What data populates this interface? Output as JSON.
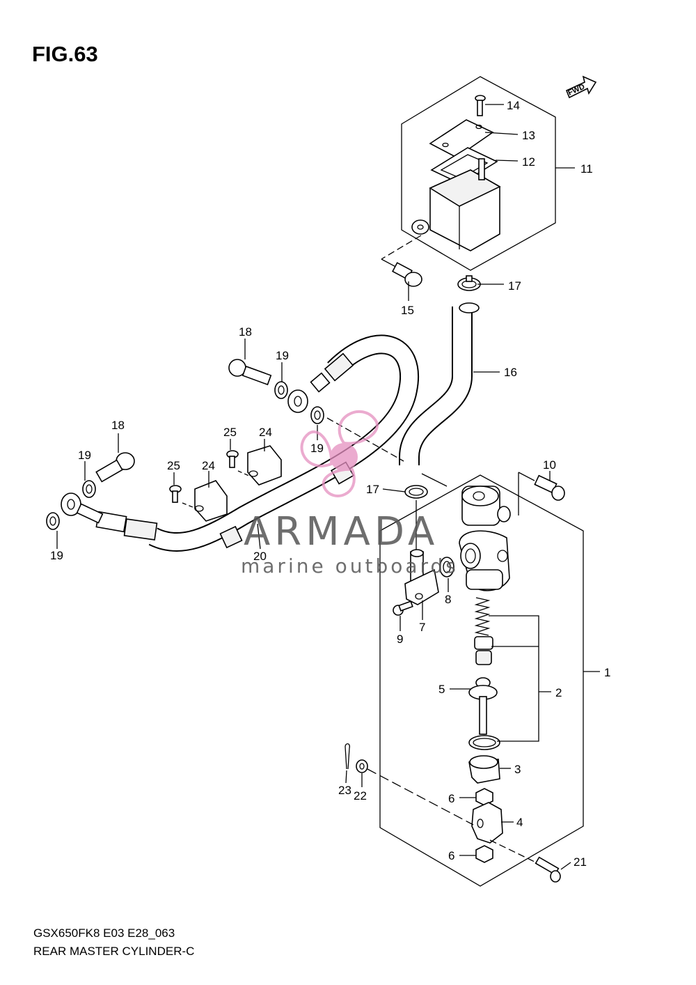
{
  "figure": {
    "title": "FIG.63",
    "fwd_label": "FWD",
    "code": "GSX650FK8 E03 E28_063",
    "name": "REAR MASTER CYLINDER-C"
  },
  "watermark": {
    "brand": "ARMADA",
    "tagline": "marine outboards",
    "logo_color": "#e58fc0",
    "text_color": "#555555"
  },
  "callouts": {
    "c1": "1",
    "c2": "2",
    "c3": "3",
    "c4": "4",
    "c5": "5",
    "c6a": "6",
    "c6b": "6",
    "c7": "7",
    "c8": "8",
    "c9": "9",
    "c10": "10",
    "c11": "11",
    "c12": "12",
    "c13": "13",
    "c14": "14",
    "c15": "15",
    "c16": "16",
    "c17a": "17",
    "c17b": "17",
    "c18a": "18",
    "c18b": "18",
    "c19a": "19",
    "c19b": "19",
    "c19c": "19",
    "c19d": "19",
    "c20": "20",
    "c21": "21",
    "c22": "22",
    "c23": "23",
    "c24a": "24",
    "c24b": "24",
    "c25a": "25",
    "c25b": "25"
  }
}
